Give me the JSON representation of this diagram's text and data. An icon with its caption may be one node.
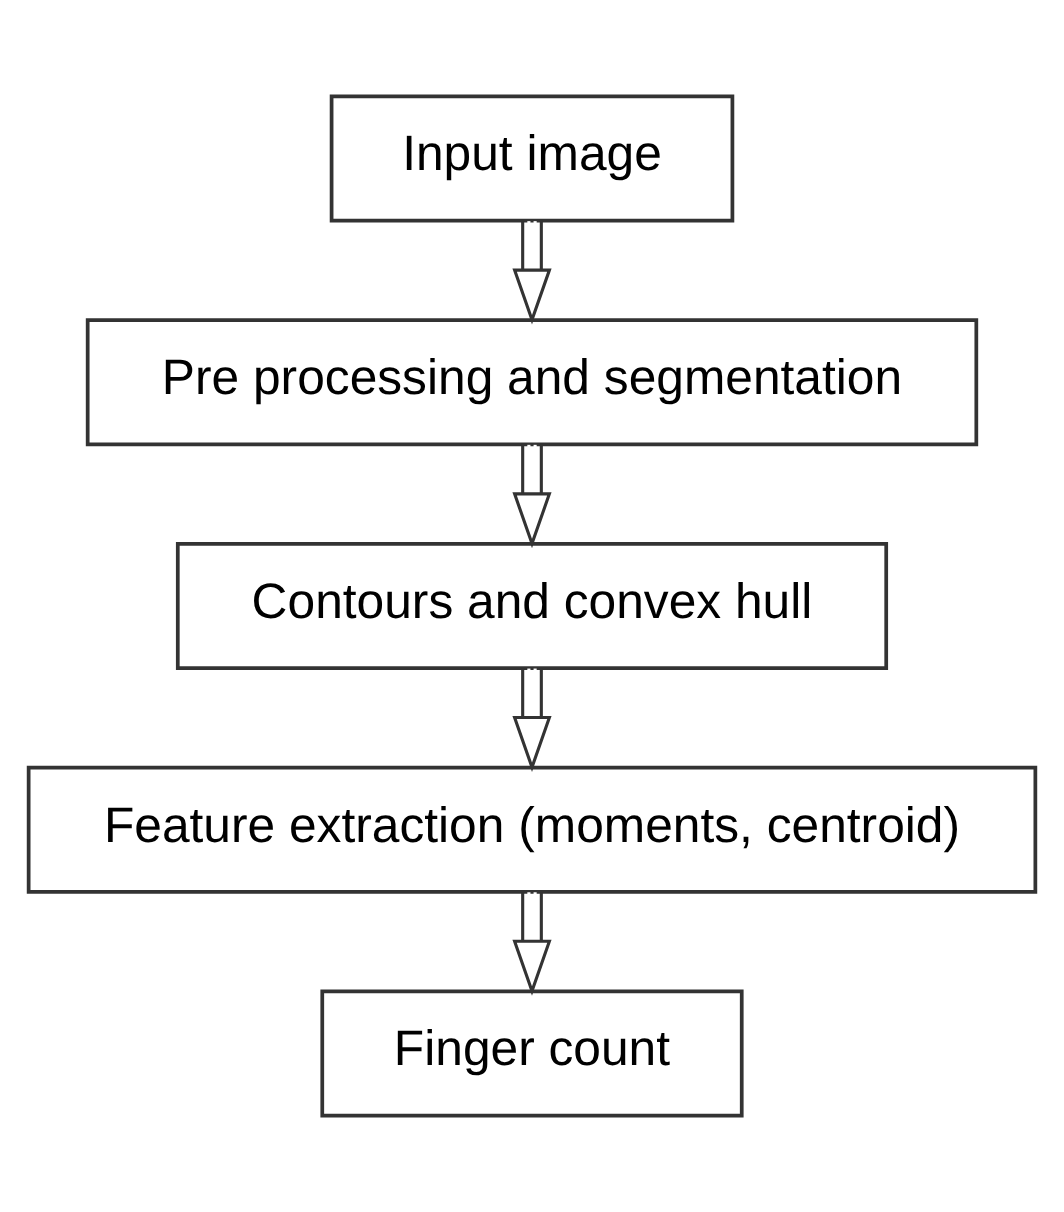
{
  "diagram": {
    "nodes": [
      {
        "text": [
          "Input image"
        ]
      },
      {
        "text": [
          "Pre processing and segmentation"
        ]
      },
      {
        "text": [
          "Contours and convex hull"
        ]
      },
      {
        "text": [
          "Feature extraction (moments, centroid)"
        ]
      },
      {
        "text": [
          "Finger count"
        ]
      }
    ],
    "edges": [
      {
        "from": 0,
        "to": 1,
        "arrow": "to"
      },
      {
        "from": 1,
        "to": 2,
        "arrow": "to"
      },
      {
        "from": 2,
        "to": 3,
        "arrow": "to"
      },
      {
        "from": 3,
        "to": 4,
        "arrow": "to"
      }
    ]
  }
}
